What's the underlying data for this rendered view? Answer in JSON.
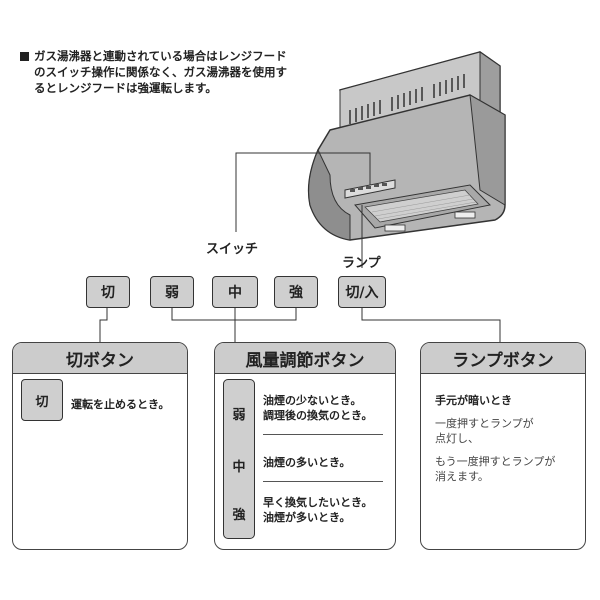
{
  "note": {
    "text": "ガス湯沸器と連動されている場合はレンジフードのスイッチ操作に関係なく、ガス湯沸器を使用するとレンジフードは強運転します。"
  },
  "labels": {
    "switch": "スイッチ",
    "lamp": "ランプ"
  },
  "buttons": {
    "off": "切",
    "weak": "弱",
    "medium": "中",
    "strong": "強",
    "lamp": "切/入"
  },
  "panels": {
    "off": {
      "title": "切ボタン",
      "button": "切",
      "desc": "運転を止めるとき。"
    },
    "fan": {
      "title": "風量調節ボタン",
      "weak": "弱",
      "medium": "中",
      "strong": "強",
      "weak_desc1": "油煙の少ないとき。",
      "weak_desc2": "調理後の換気のとき。",
      "medium_desc": "油煙の多いとき。",
      "strong_desc1": "早く換気したいとき。",
      "strong_desc2": "油煙が多いとき。"
    },
    "lamp": {
      "title": "ランプボタン",
      "heading": "手元が暗いとき",
      "line1": "一度押すとランプが",
      "line2": "点灯し、",
      "line3": "もう一度押すとランプが",
      "line4": "消えます。"
    }
  }
}
